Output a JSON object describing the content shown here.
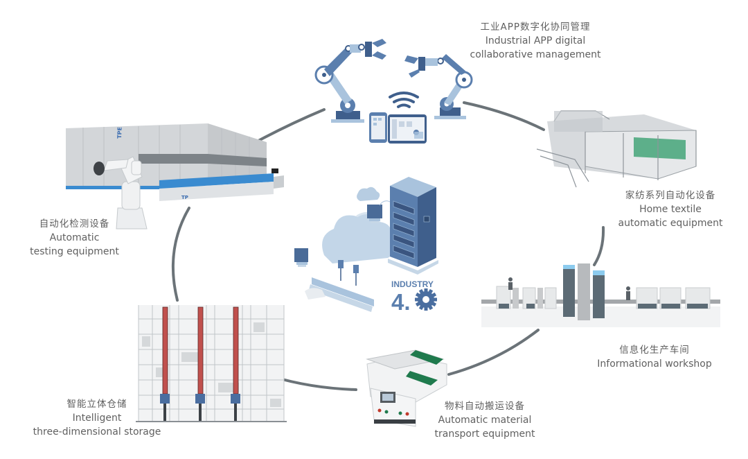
{
  "diagram": {
    "center": {
      "title_line1": "INDUSTRY",
      "title_line2": "4.",
      "icons": [
        "cloud-icon",
        "server-rack-icon",
        "cube-node-icon",
        "gear-icon"
      ]
    },
    "nodes": [
      {
        "id": "app",
        "zh": "工业APP数字化协同管理",
        "en_line1": "Industrial APP digital",
        "en_line2": "collaborative management",
        "image": "robot-arms-tablet-illustration"
      },
      {
        "id": "textile",
        "zh": "家纺系列自动化设备",
        "en_line1": "Home textile",
        "en_line2": "automatic equipment",
        "image": "textile-machine-photo"
      },
      {
        "id": "workshop",
        "zh": "信息化生产车间",
        "en_line1": "Informational workshop",
        "en_line2": "",
        "image": "production-line-illustration"
      },
      {
        "id": "transport",
        "zh": "物料自动搬运设备",
        "en_line1": "Automatic material",
        "en_line2": "transport equipment",
        "image": "material-transport-machine-photo"
      },
      {
        "id": "storage",
        "zh": "智能立体仓储",
        "en_line1": "Intelligent",
        "en_line2": "three-dimensional storage",
        "image": "storage-rack-photo"
      },
      {
        "id": "testing",
        "zh": "自动化检测设备",
        "en_line1": "Automatic",
        "en_line2": "testing equipment",
        "image": "testing-line-robot-photo"
      }
    ],
    "colors": {
      "arc": "#6b7378",
      "primary_blue": "#5b7fae",
      "light_blue": "#a9c3dd",
      "dark_blue": "#3f5f8c",
      "accent_sky": "#8ccbee",
      "storage_red": "#c0504d"
    }
  }
}
